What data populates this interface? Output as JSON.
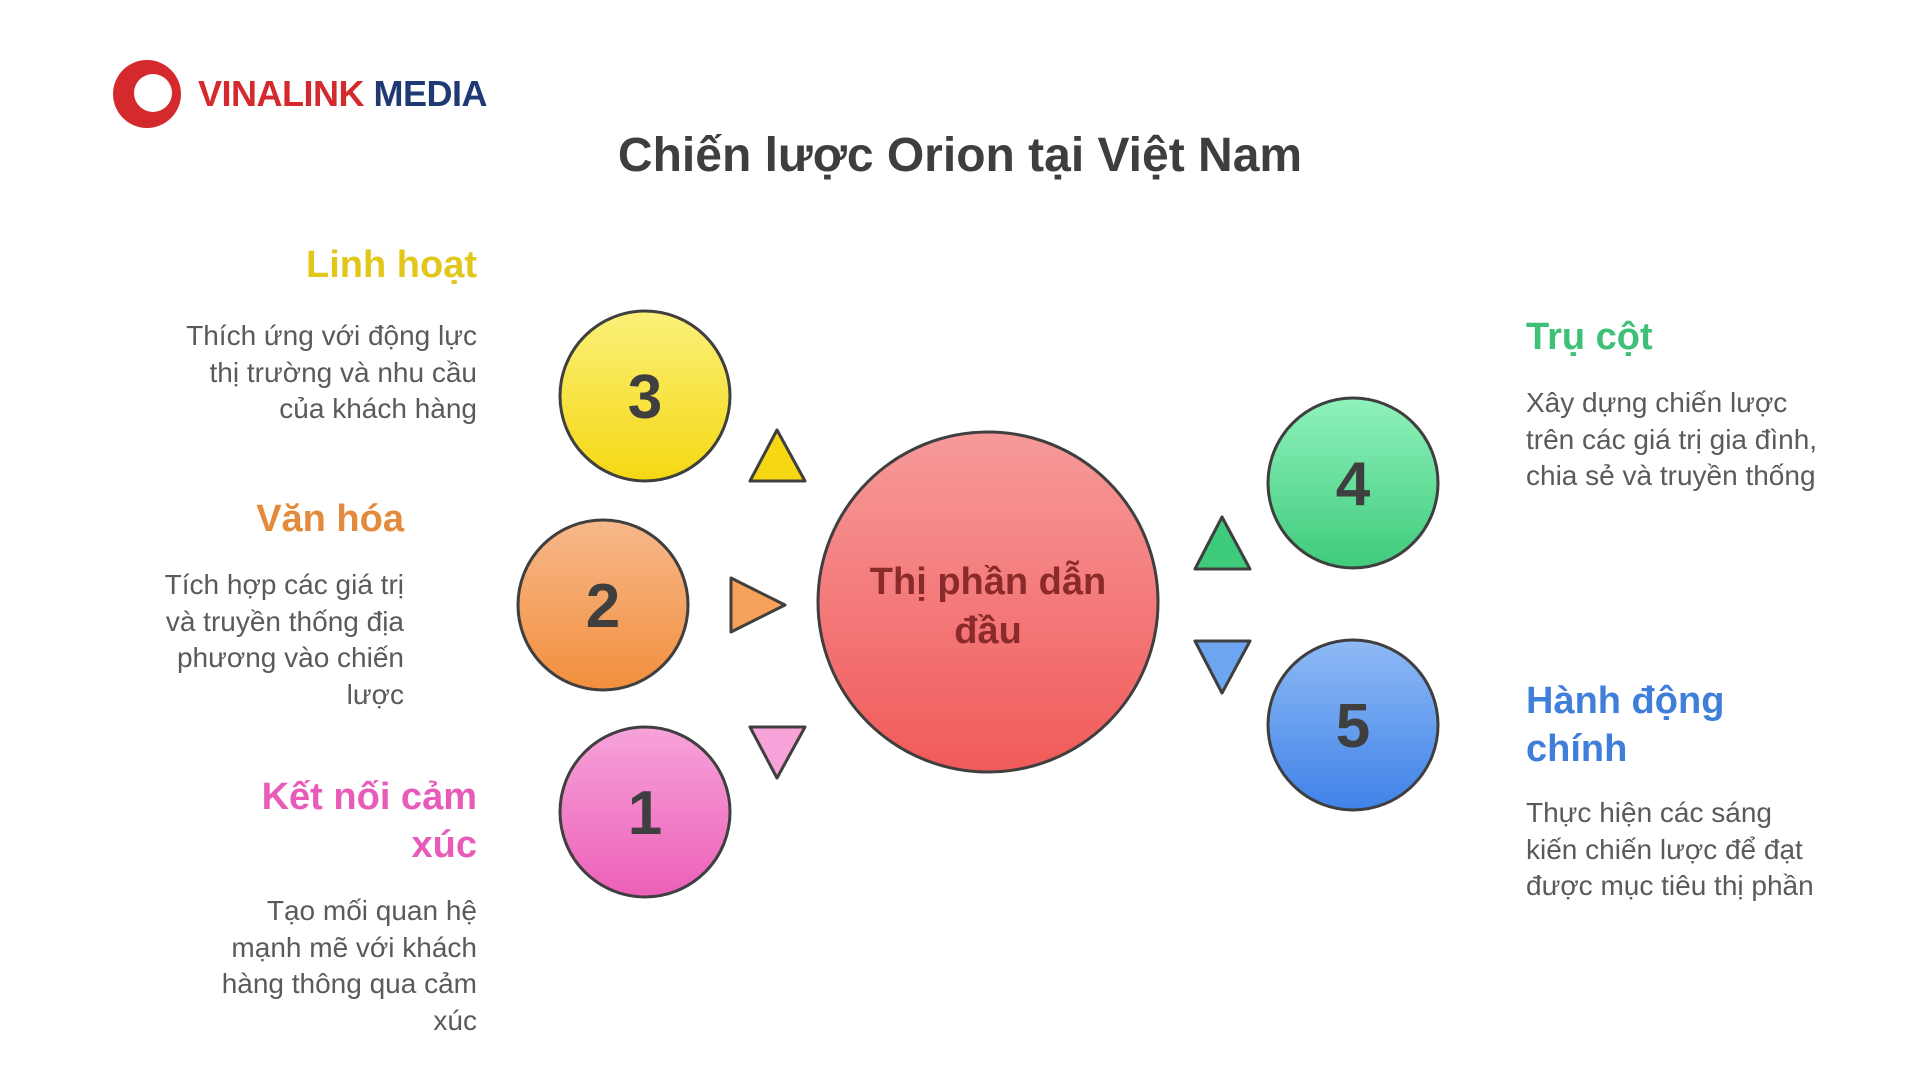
{
  "logo": {
    "brand": "VINALINK",
    "media": "MEDIA"
  },
  "title": "Chiến lược Orion tại Việt Nam",
  "center": {
    "line1": "Thị phần dẫn",
    "line2": "đầu"
  },
  "nodes": [
    {
      "number": "1",
      "label": "Kết nối cảm xúc",
      "label_line1": "Kết nối cảm",
      "label_line2": "xúc",
      "description": "Tạo mối quan hệ mạnh mẽ với khách hàng thông qua cảm xúc",
      "color": "#e85bb8",
      "fill": "#f07cc9"
    },
    {
      "number": "2",
      "label": "Văn hóa",
      "description": "Tích hợp các giá trị và truyền thống địa phương vào chiến lược",
      "color": "#e48a3c",
      "fill": "#f5a15a"
    },
    {
      "number": "3",
      "label": "Linh hoạt",
      "description": "Thích ứng với động lực thị trường và nhu cầu của khách hàng",
      "color": "#e2c61a",
      "fill": "#f7e02b"
    },
    {
      "number": "4",
      "label": "Trụ cột",
      "description": "Xây dựng chiến lược trên các giá trị gia đình, chia sẻ và truyền thống",
      "color": "#3fc078",
      "fill": "#5ed692"
    },
    {
      "number": "5",
      "label": "Hành động chính",
      "label_line1": "Hành động",
      "label_line2": "chính",
      "description": "Thực hiện các sáng kiến chiến lược để đạt được mục tiêu thị phần",
      "color": "#3f7fd9",
      "fill": "#5d98ee"
    }
  ],
  "colors": {
    "center_fill": "#f26c6c",
    "outline": "#3f3f3f",
    "title": "#3e3e3e"
  }
}
